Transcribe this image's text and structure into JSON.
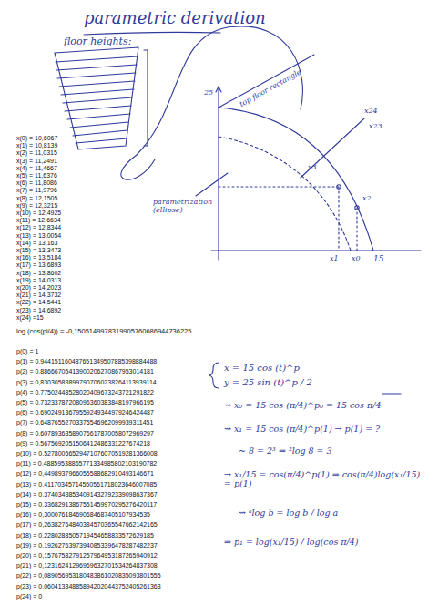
{
  "diagram": {
    "title": "parametric derivation",
    "labels": [
      "floor heights:",
      "top floor rectangle",
      "parametrization (ellipse)",
      "25",
      "x24",
      "x23",
      "x3",
      "x2",
      "x1",
      "x0",
      "15",
      "x(0) = 10,6067",
      "x(1) = 10,8139",
      "x(2) = 11,0315",
      "x(3) = 11,2491",
      "x(4) = 11,4667",
      "x(5) = 11,6376",
      "x(6) = 11,8086",
      "x(7) = 11,9796",
      "x(8) = 12,1505",
      "x(9) = 12,3215",
      "x(10) = 12,4925",
      "x(11) = 12,6634",
      "x(12) = 12,8344",
      "x(13) = 13,0054",
      "x(14) = 13,163",
      "x(15) = 13,3473",
      "x(16) = 13,5184",
      "x(17) = 13,6893",
      "x(18) = 13,8602",
      "x(19) = 14,0313",
      "x(20) = 14,2023",
      "x(21) = 14,3732",
      "x(22) = 14,5441",
      "x(23) = 14,6892",
      "x(24) =15",
      "log (cos(pi/4)) = -0,1505149978319905760686944736225",
      "p(0) = 1",
      "p(1) = 0,944151160487651349507885398884488",
      "p(2) = 0,88666705413900206270867953014181",
      "p(3) = 0,830305838997907060238264113939114",
      "p(4) = 0,77502448528020409673243721291822",
      "p(5) = 0,73233787208096360383848197966195",
      "p(6) = 0,69024913679559249344979246424487",
      "p(7) = 0,64876552703375546962099939311451",
      "p(8) = 0,60789363589076617870058072969297",
      "p(9) = 0,5675692051506412486331227674218",
      "p(10) = 0,52780056529471076070519281366008",
      "p(11) = 0,48859538865771334985802103190782",
      "p(12) = 0,4498937966055588682910493146671",
      "p(13) = 0,41170345714550561718023646007085",
      "p(14) = 0,37403438534091432792339098637367",
      "p(15) = 0,33682913867551459970295276420117",
      "p(16) = 0,300076184690684687405107934535",
      "p(17) = 0,26382764840384570365547662142165",
      "p(18) = 0,2280288505719454658833572629185",
      "p(19) = 0,19262763973940853396478287482237",
      "p(20) = 0,15767582791257964953187265940912",
      "p(21) = 0,12316241296969632701534264837308",
      "p(22) = 0,089056953180483861020835093801555",
      "p(23) = 0,060413348858942020443752405261363",
      "p(24) = 0",
      "x = 15 cos (t)^p",
      "y = 25 sin (t)^p / 2",
      "⇝ x₀ = 15 cos (π/4)^p₀ = 15 cos π/4",
      "⇝ x₁ = 15 cos (π/4)^p(1) → p(1) = ?",
      "~ 8 = 2³ ⇒ ²log 8 = 3",
      "→ x₁/15 = cos(π/4)^p(1) ⇒ cos(π/4)log(x₁/15) = p(1)",
      "⇝ ᵃlog b = log b / log a",
      "⇒ p₁ = log(x₁/15) / log(cos π/4)"
    ]
  }
}
